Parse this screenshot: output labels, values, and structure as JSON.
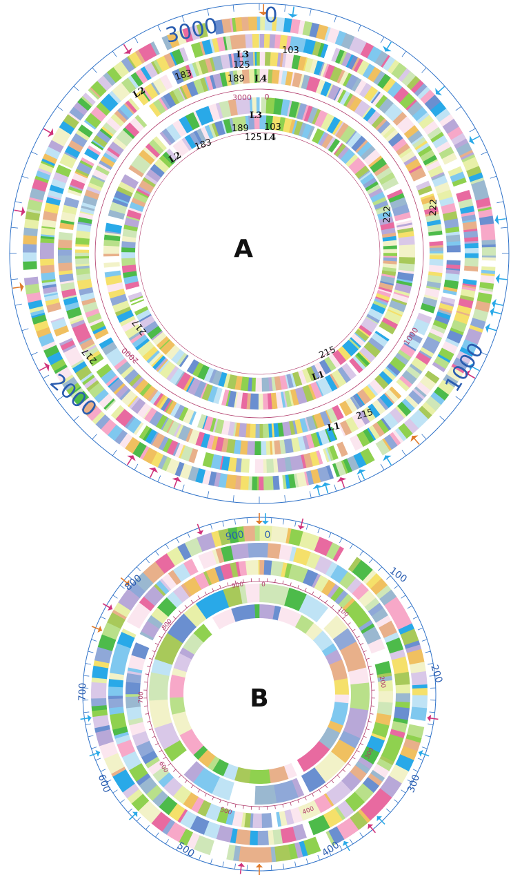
{
  "colors": {
    "outer_scale": "#2f72c8",
    "inner_scale": "#b03a6a",
    "arrow_blue": "#29a9e8",
    "arrow_pink": "#d0347c",
    "arrow_orange": "#e07a2a",
    "palette": [
      "#8fd14f",
      "#b9e08a",
      "#4dbb4a",
      "#a8c95a",
      "#e8f0a8",
      "#f7a8c8",
      "#e86aa0",
      "#d9c8e8",
      "#b8a8d8",
      "#8fa8d8",
      "#6a8fd0",
      "#bfe3f5",
      "#7fc8ef",
      "#29a9e8",
      "#ffffff",
      "#fbe6ef",
      "#f5e06a",
      "#f0c060",
      "#e8b08a",
      "#9ab8d0",
      "#cfe7b8",
      "#f2f2c8"
    ]
  },
  "panel_a": {
    "letter": "A",
    "outer_scale_labels": [
      "0",
      "1000",
      "2000",
      "3000"
    ],
    "inner_scale_labels": [
      "0",
      "1000",
      "2000",
      "3000"
    ],
    "segment_labels": [
      "103",
      "125",
      "183",
      "189",
      "222",
      "215",
      "217"
    ],
    "loop_labels": [
      "L1",
      "L2",
      "L3",
      "L4"
    ]
  },
  "panel_b": {
    "letter": "B",
    "outer_scale_labels": [
      "0",
      "100",
      "200",
      "300",
      "400",
      "500",
      "600",
      "700",
      "800",
      "900"
    ],
    "inner_scale_labels": [
      "0",
      "100",
      "200",
      "300",
      "400",
      "500",
      "600",
      "700",
      "800",
      "900"
    ]
  }
}
